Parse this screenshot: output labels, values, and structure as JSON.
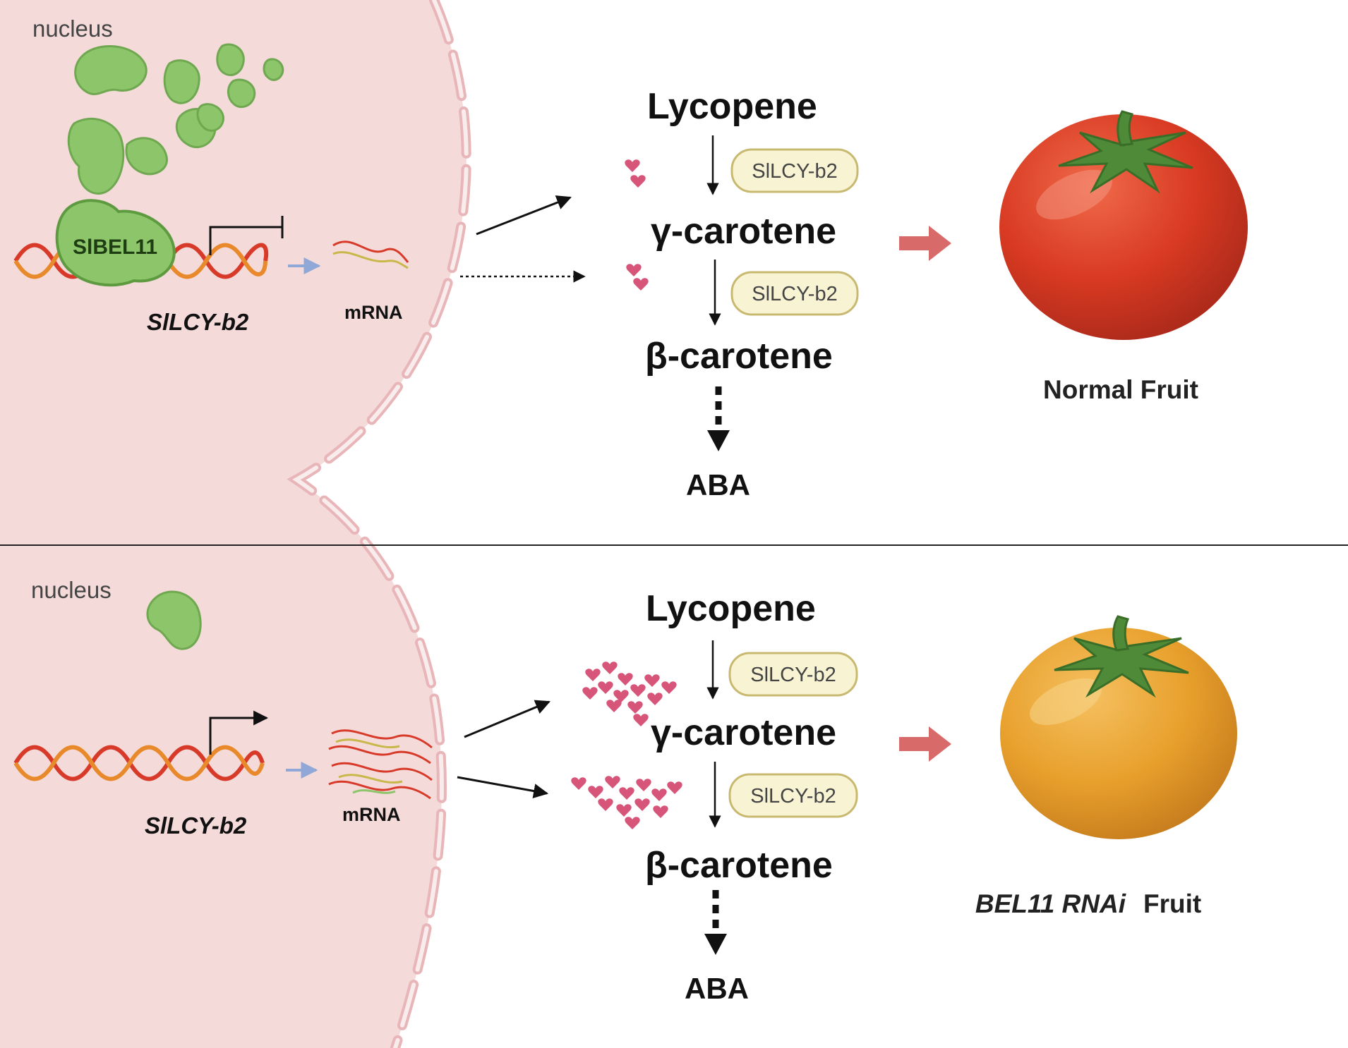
{
  "colors": {
    "nucleus_fill": "#f5dada",
    "nucleus_envelope": "#e8b5b8",
    "protein_green": "#8dc56a",
    "protein_green_dark": "#5e9a3f",
    "dna_red": "#d83a2a",
    "dna_orange": "#e88a2c",
    "product_pink": "#d8557a",
    "enzyme_fill": "#f8f3d2",
    "enzyme_stroke": "#c8b970",
    "tomato_red": "#d83a22",
    "tomato_orange": "#e8a02c",
    "stem_green": "#4f8a38",
    "arrow_pink": "#d96a6a",
    "blue_arrow": "#8fa8d8"
  },
  "top": {
    "nucleus_label": "nucleus",
    "protein_label": "SlBEL11",
    "gene_label": "SlLCY-b2",
    "mrna_label": "mRNA",
    "lycopene": "Lycopene",
    "enzyme1": "SlLCY-b2",
    "gamma": "γ-carotene",
    "enzyme2": "SlLCY-b2",
    "beta": "β-carotene",
    "aba": "ABA",
    "fruit_label": "Normal Fruit"
  },
  "bottom": {
    "nucleus_label": "nucleus",
    "gene_label": "SlLCY-b2",
    "mrna_label": "mRNA",
    "lycopene": "Lycopene",
    "enzyme1": "SlLCY-b2",
    "gamma": "γ-carotene",
    "enzyme2": "SlLCY-b2",
    "beta": "β-carotene",
    "aba": "ABA",
    "fruit_label_italic": "BEL11 RNAi",
    "fruit_label_plain": "Fruit"
  }
}
